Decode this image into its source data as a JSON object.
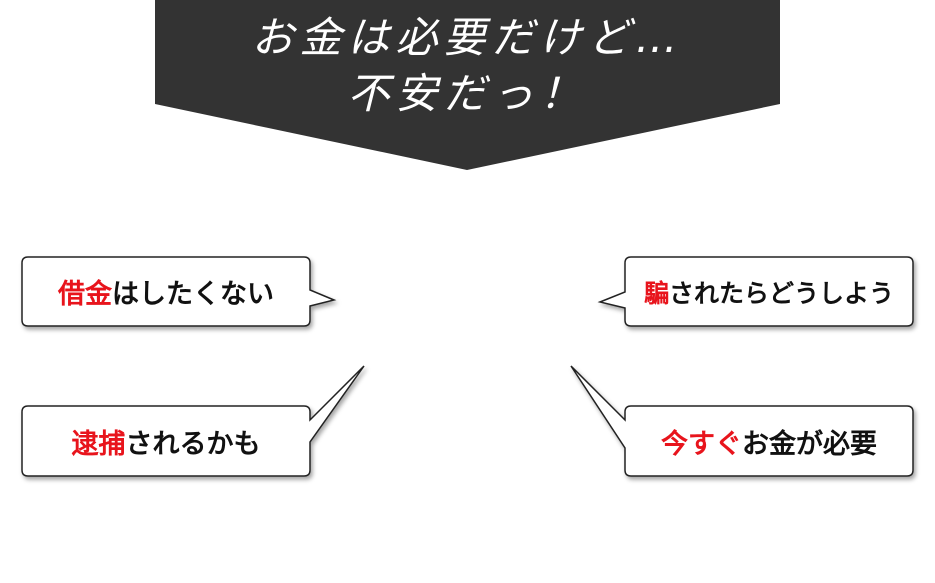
{
  "banner": {
    "line1": "お金は必要だけど…",
    "line2": "不安だっ！",
    "fill": "#333333",
    "text_color": "#ffffff"
  },
  "bubbles": {
    "top_left": {
      "highlight": "借金",
      "rest": "はしたくない"
    },
    "bottom_left": {
      "highlight": "逮捕",
      "rest": "されるかも"
    },
    "top_right": {
      "highlight": "騙",
      "rest": "されたらどうしよう"
    },
    "bottom_right": {
      "highlight": "今すぐ",
      "rest": "お金が必要"
    }
  },
  "colors": {
    "highlight": "#e8141c",
    "text": "#111111",
    "bubble_border": "#222222",
    "bubble_fill": "#ffffff"
  }
}
